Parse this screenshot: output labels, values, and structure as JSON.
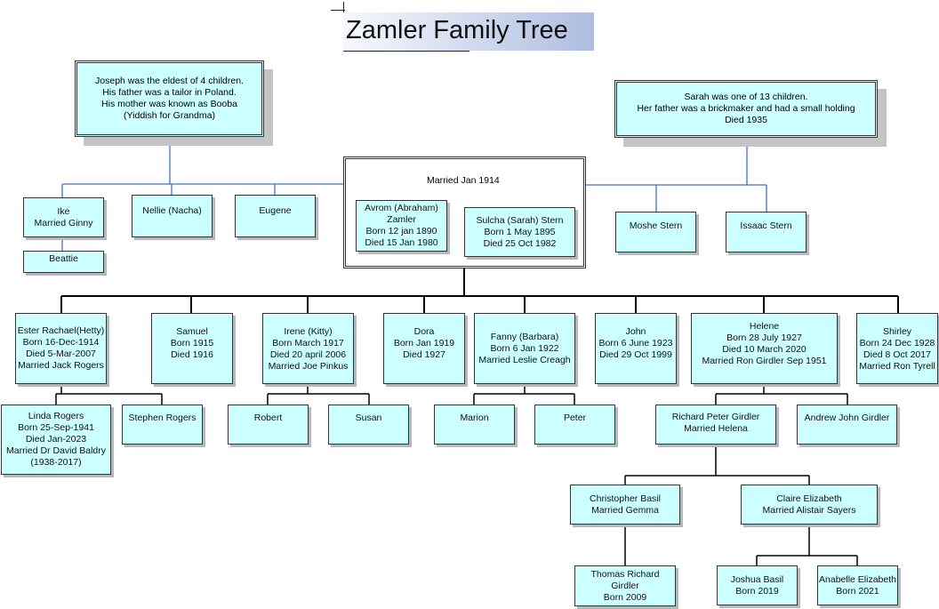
{
  "title": "Zamler Family Tree",
  "notes": {
    "joseph": [
      "Joseph was the eldest of 4 children.",
      "His father was a tailor in Poland.",
      "His mother was known as Booba",
      "(Yiddish for Grandma)"
    ],
    "sarah": [
      "Sarah was one of 13 children.",
      "Her father was a brickmaker and had a small holding",
      "Died 1935"
    ]
  },
  "marriage_label": "Married Jan 1914",
  "avrom": [
    "Avrom (Abraham)",
    "Zamler",
    "Born 12 jan 1890",
    "Died 15 Jan 1980"
  ],
  "sulcha": [
    "Sulcha (Sarah) Stern",
    "Born 1 May 1895",
    "Died 25 Oct 1982"
  ],
  "siblings": {
    "ike": [
      "Ike",
      "Married Ginny"
    ],
    "beattie": [
      "Beattie"
    ],
    "nellie": [
      "Nellie (Nacha)"
    ],
    "eugene": [
      "Eugene"
    ],
    "moshe": [
      "Moshe Stern"
    ],
    "issaac": [
      "Issaac Stern"
    ]
  },
  "children": {
    "ester": [
      "Ester Rachael(Hetty)",
      "Born 16-Dec-1914",
      "Died 5-Mar-2007",
      "Married Jack Rogers"
    ],
    "samuel": [
      "Samuel",
      "Born 1915",
      "Died 1916"
    ],
    "irene": [
      "Irene (Kitty)",
      "Born March 1917",
      "Died 20 april 2006",
      "Married Joe Pinkus"
    ],
    "dora": [
      "Dora",
      "Born Jan 1919",
      "Died 1927"
    ],
    "fanny": [
      "Fanny (Barbara)",
      "Born 6 Jan 1922",
      "Married Leslie Creagh"
    ],
    "john": [
      "John",
      "Born 6 June 1923",
      "Died 29 Oct 1999"
    ],
    "helene": [
      "Helene",
      "Born 28 July 1927",
      "Died 10 March 2020",
      "Married Ron Girdler Sep 1951"
    ],
    "shirley": [
      "Shirley",
      "Born 24 Dec 1928",
      "Died 8 Oct 2017",
      "Married Ron Tyrell"
    ]
  },
  "grandchildren": {
    "linda": [
      "Linda Rogers",
      "Born 25-Sep-1941",
      "Died Jan-2023",
      "Married Dr David Baldry",
      "(1938-2017)"
    ],
    "stephen": [
      "Stephen Rogers"
    ],
    "robert": [
      "Robert"
    ],
    "susan": [
      "Susan"
    ],
    "marion": [
      "Marion"
    ],
    "peter": [
      "Peter"
    ],
    "richard": [
      "Richard Peter Girdler",
      "Married Helena"
    ],
    "andrew": [
      "Andrew John Girdler"
    ]
  },
  "great_grandchildren": {
    "christopher": [
      "Christopher Basil",
      "Married Gemma"
    ],
    "claire": [
      "Claire Elizabeth",
      "Married Alistair Sayers"
    ]
  },
  "great_great_grandchildren": {
    "thomas": [
      "Thomas Richard",
      "Girdler",
      "Born 2009"
    ],
    "joshua": [
      "Joshua Basil",
      "Born 2019"
    ],
    "anabelle": [
      "Anabelle Elizabeth",
      "Born 2021"
    ]
  }
}
